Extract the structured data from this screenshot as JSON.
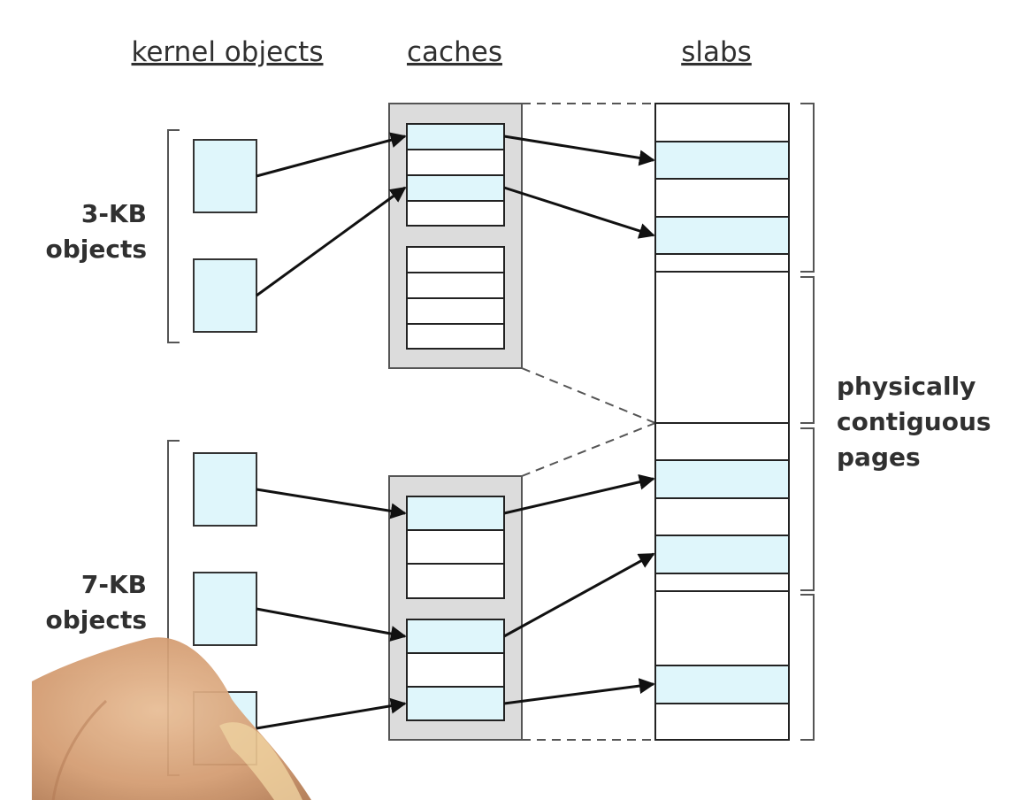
{
  "headers": {
    "kernel_objects": "kernel objects",
    "caches": "caches",
    "slabs": "slabs"
  },
  "groups": {
    "small": {
      "line1": "3-KB",
      "line2": "objects"
    },
    "large": {
      "line1": "7-KB",
      "line2": "objects"
    }
  },
  "pages_label": {
    "line1": "physically",
    "line2": "contiguous",
    "line3": "pages"
  },
  "colors": {
    "object_fill": "#dff6fb",
    "used_fill": "#dff6fb",
    "free_fill": "#ffffff",
    "cache_bg": "#dcdcdc",
    "hand_overlay": "#d9a77e"
  }
}
